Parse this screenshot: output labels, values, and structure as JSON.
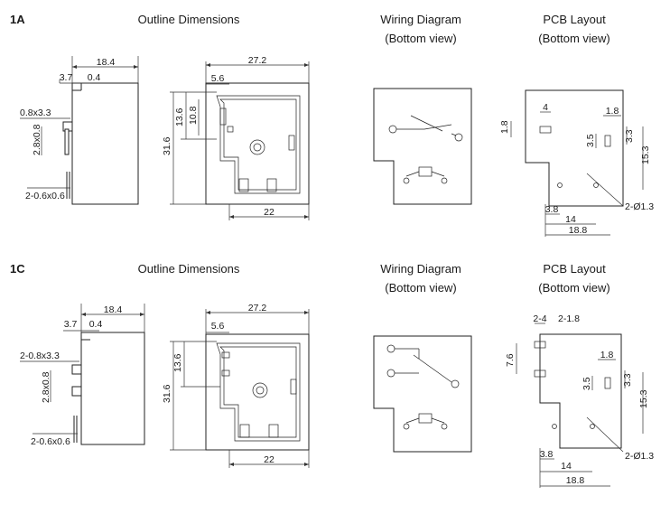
{
  "sections": [
    {
      "model": "1A",
      "headings": {
        "outline": "Outline Dimensions",
        "wiring": "Wiring Diagram",
        "wiring_sub": "(Bottom view)",
        "pcb": "PCB Layout",
        "pcb_sub": "(Bottom view)"
      },
      "side_dims": {
        "width": "18.4",
        "offset": "3.7",
        "gap": "0.4",
        "pin_a": "0.8x3.3",
        "pin_b": "2.8x0.8",
        "pin_c": "2-0.6x0.6"
      },
      "front_dims": {
        "width": "27.2",
        "top": "5.6",
        "h1": "13.6",
        "h2": "10.8",
        "height": "31.6",
        "bottom": "22"
      },
      "pcb_dims": {
        "w1": "4",
        "w2": "1.8",
        "v1": "1.8",
        "v2": "3.5",
        "v3": "3.3",
        "v4": "15.3",
        "b1": "3.8",
        "b2": "14",
        "b3": "18.8",
        "hole": "2-Ø1.3"
      }
    },
    {
      "model": "1C",
      "headings": {
        "outline": "Outline Dimensions",
        "wiring": "Wiring Diagram",
        "wiring_sub": "(Bottom view)",
        "pcb": "PCB Layout",
        "pcb_sub": "(Bottom view)"
      },
      "side_dims": {
        "width": "18.4",
        "offset": "3.7",
        "gap": "0.4",
        "pin_a": "2-0.8x3.3",
        "pin_b": "2.8x0.8",
        "pin_c": "2-0.6x0.6"
      },
      "front_dims": {
        "width": "27.2",
        "top": "5.6",
        "h1": "13.6",
        "height": "31.6",
        "bottom": "22"
      },
      "pcb_dims": {
        "w1": "2-4",
        "w2": "2-1.8",
        "v0": "7.6",
        "w3": "1.8",
        "v2": "3.5",
        "v3": "3.3",
        "v4": "15.3",
        "b1": "3.8",
        "b2": "14",
        "b3": "18.8",
        "hole": "2-Ø1.3"
      }
    }
  ]
}
